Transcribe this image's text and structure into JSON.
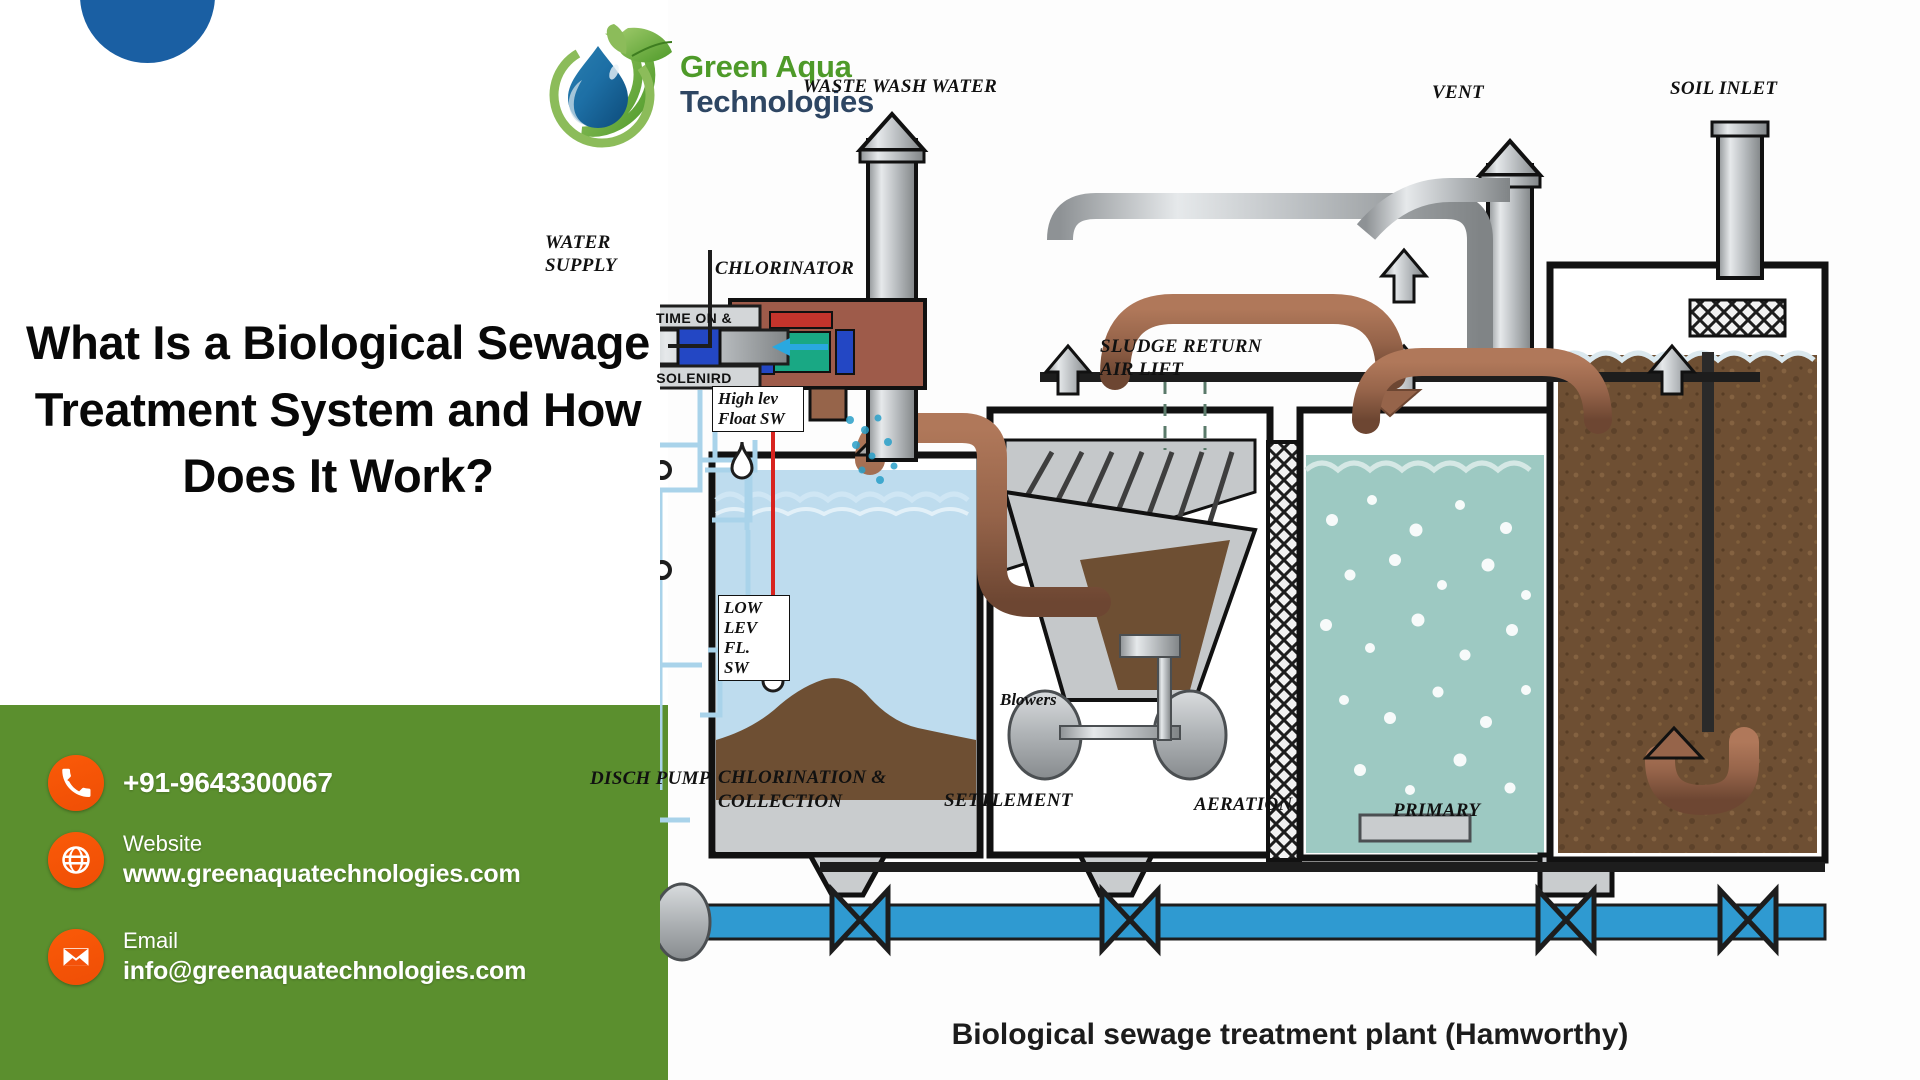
{
  "brand": {
    "logo_line1": "Green Aqua",
    "logo_line2": "Technologies",
    "green": "#4e9a29",
    "navy": "#2e4663",
    "panel_green": "#5b8f2e",
    "accent_orange": "#f4520a",
    "blob_blue": "#1a5fa3"
  },
  "headline": {
    "text": "What Is a Biological Sewage Treatment System and How Does It Work?"
  },
  "contact": {
    "phone": {
      "icon": "phone-icon",
      "value": "+91-9643300067"
    },
    "website": {
      "icon": "globe-icon",
      "label": "Website",
      "value": "www.greenaquatechnologies.com"
    },
    "email": {
      "icon": "envelope-icon",
      "label": "Email",
      "value": "info@greenaquatechnologies.com"
    }
  },
  "diagram": {
    "caption": "Biological sewage treatment plant (Hamworthy)",
    "labels": {
      "waste_wash_water": "WASTE WASH WATER",
      "vent": "VENT",
      "soil_inlet": "SOIL INLET",
      "water_supply": "WATER\nSUPPLY",
      "chlorinator": "CHLORINATOR",
      "time_on": "TIME ON  &",
      "solenoid": "SOLENIRD",
      "high_float": "High lev\nFloat SW",
      "low_float": "LOW\nLEV FL.\nSW",
      "sludge_return": "SLUDGE RETURN\nAIR LIFT",
      "blowers": "Blowers",
      "disch_pump": "DISCH PUMP",
      "chlorination_collection": "CHLORINATION &\nCOLLECTION",
      "settlement": "SETTLEMENT",
      "aeration": "AERATION",
      "primary": "PRIMARY"
    },
    "colors": {
      "water_blue": "#bedcee",
      "aeration_teal": "#9dc9c2",
      "sludge_brown": "#6e4f33",
      "pipe_brown": "#96644a",
      "metal_grey": "#b9bcbf",
      "flow_blue": "#2f9ad1",
      "chlorinator_red": "#9e5b4a"
    }
  }
}
